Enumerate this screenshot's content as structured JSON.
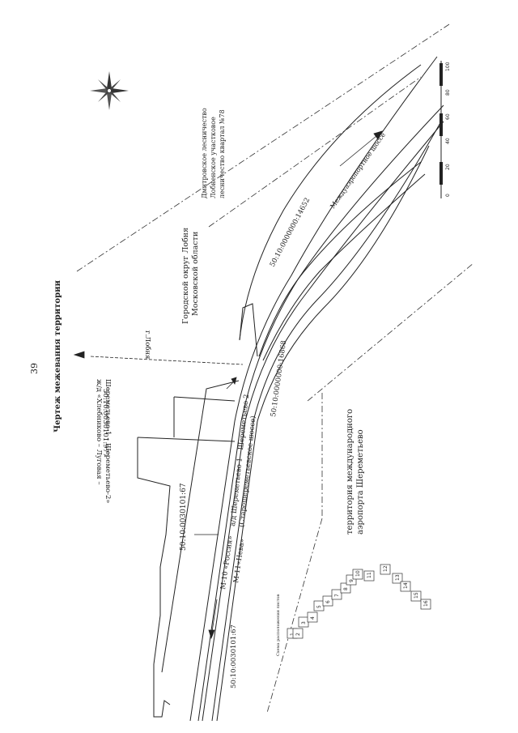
{
  "page_number": "39",
  "title": "Чертеж межевания территории",
  "labels": {
    "city_district": "Городской округ Лобня\nМосковской области",
    "forestry": "Дмитровское лесничество\nЛобненское участковое\nлесничество квартал №78",
    "airport_territory": "территория международного\nаэропорта Шереметьево",
    "parcel_977": "50:10:0030101:977",
    "parcel_67_top": "50:10:0030101:67",
    "parcel_67_bottom": "50:10:0030101:67",
    "parcel_14652": "50:10:0000000:14652",
    "parcel_16868": "50:10:0000000:16868",
    "railway_line": "ж/д «Хлебниково – Луговая –\nШереметьево-1 – Шереметьево-2»",
    "to_lobnya": "г.Лобня",
    "road_sheremetyevo": "а/д Шереметьево 1 – Шереметьево 2\n(Старошереметьевское шоссе)",
    "road_m10": "М-10 «Россия»",
    "road_m11": "М-11«Нева»",
    "interairport_highway": "Междуаэропортное шоссе",
    "sheet_scheme_title": "Схема расположения листов"
  },
  "sheet_scheme": [
    "1",
    "2",
    "3",
    "4",
    "5",
    "6",
    "7",
    "8",
    "9",
    "10",
    "11",
    "12",
    "13",
    "14",
    "15",
    "16"
  ],
  "scale_bar": [
    "0",
    "20",
    "40",
    "60",
    "80",
    "100"
  ],
  "compass": "compass-rose-icon"
}
